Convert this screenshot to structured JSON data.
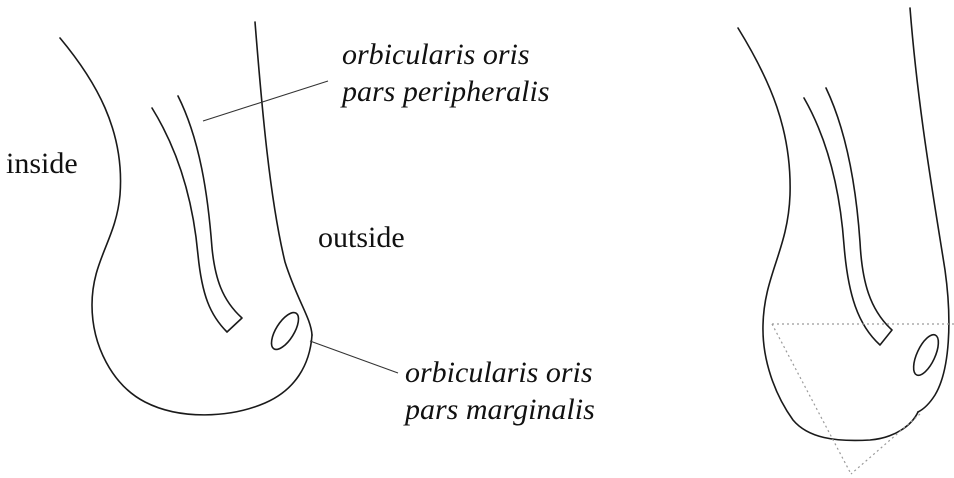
{
  "labels": {
    "inside": "inside",
    "outside": "outside",
    "peripheralis_line1": "orbicularis oris",
    "peripheralis_line2": "pars peripheralis",
    "marginalis_line1": "orbicularis oris",
    "marginalis_line2": "pars marginalis"
  }
}
